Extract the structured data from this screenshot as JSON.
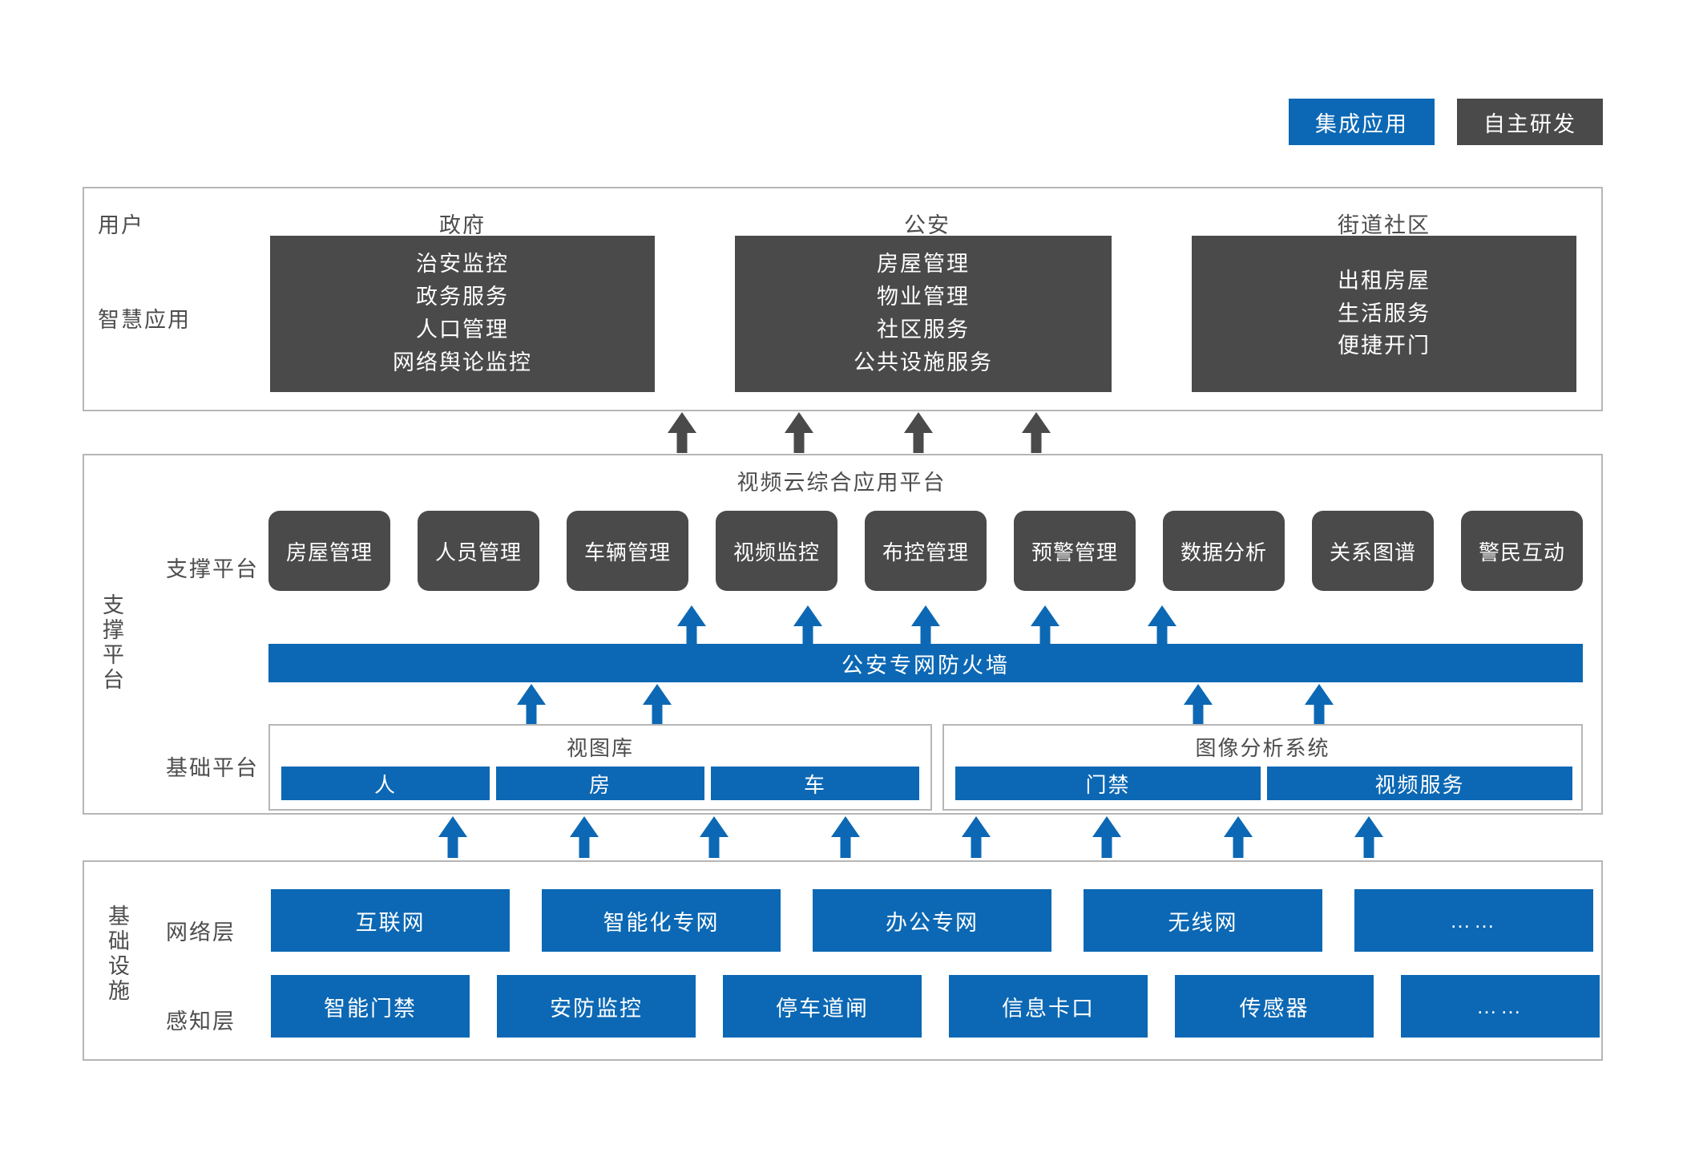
{
  "legend": {
    "items": [
      {
        "label": "集成应用",
        "color": "#0c68b4",
        "kind": "integrated-application"
      },
      {
        "label": "自主研发",
        "color": "#4a4a4a",
        "kind": "self-developed"
      }
    ]
  },
  "application_layer": {
    "row_labels": {
      "users": "用户",
      "smart_applications": "智慧应用"
    },
    "columns": [
      {
        "title": "政府",
        "items": [
          "治安监控",
          "政务服务",
          "人口管理",
          "网络舆论监控"
        ]
      },
      {
        "title": "公安",
        "items": [
          "房屋管理",
          "物业管理",
          "社区服务",
          "公共设施服务"
        ]
      },
      {
        "title": "街道社区",
        "items": [
          "出租房屋",
          "生活服务",
          "便捷开门"
        ]
      }
    ]
  },
  "platform_layer": {
    "side_label": "支撑平台",
    "title": "视频云综合应用平台",
    "support_row_label": "支撑平台",
    "support_modules": [
      "房屋管理",
      "人员管理",
      "车辆管理",
      "视频监控",
      "布控管理",
      "预警管理",
      "数据分析",
      "关系图谱",
      "警民互动"
    ],
    "firewall": "公安专网防火墙",
    "base_row_label": "基础平台",
    "base_groups": [
      {
        "title": "视图库",
        "items": [
          "人",
          "房",
          "车"
        ]
      },
      {
        "title": "图像分析系统",
        "items": [
          "门禁",
          "视频服务"
        ]
      }
    ]
  },
  "infrastructure_layer": {
    "side_label": "基础设施",
    "rows": [
      {
        "label": "网络层",
        "items": [
          "互联网",
          "智能化专网",
          "办公专网",
          "无线网",
          "……"
        ]
      },
      {
        "label": "感知层",
        "items": [
          "智能门禁",
          "安防监控",
          "停车道闸",
          "信息卡口",
          "传感器",
          "……"
        ]
      }
    ]
  },
  "colors": {
    "accent_blue": "#0c68b4",
    "dark_gray": "#4a4a4a",
    "border_gray": "#b6b6b6"
  }
}
